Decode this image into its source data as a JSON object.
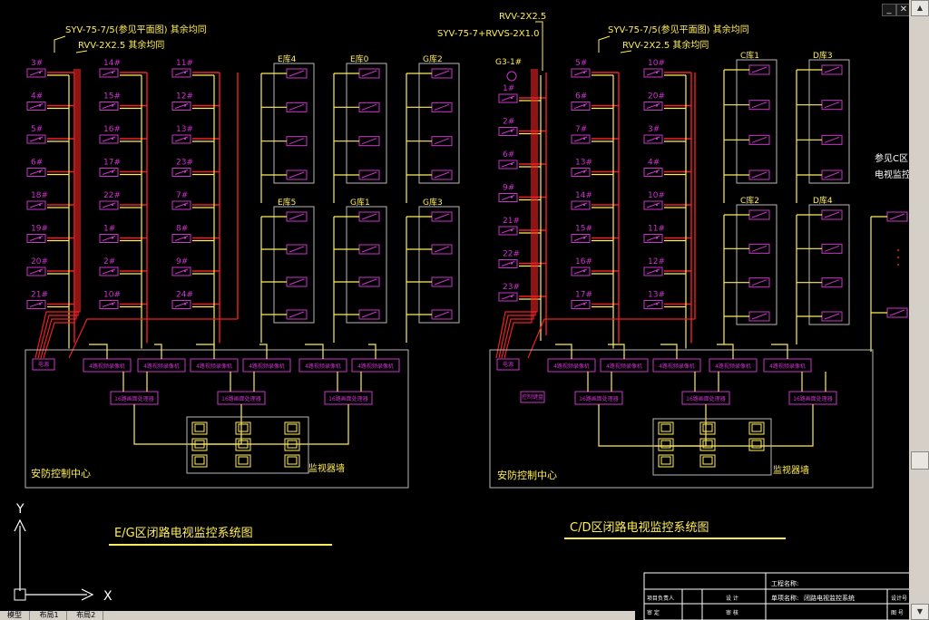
{
  "window_controls": {
    "minimize": "_",
    "close": "✕"
  },
  "eg": {
    "cable1": "SYV-75-7/5(参见平面图) 其余均同",
    "cable2": "RVV-2X2.5 其余均同",
    "columns": [
      [
        "3#",
        "4#",
        "5#",
        "6#",
        "18#",
        "19#",
        "20#",
        "21#"
      ],
      [
        "14#",
        "15#",
        "16#",
        "17#",
        "22#",
        "1#",
        "2#",
        "10#"
      ],
      [
        "11#",
        "12#",
        "13#",
        "23#",
        "7#",
        "8#",
        "9#",
        "24#"
      ]
    ],
    "tall_labels": [
      "E库4",
      "E库0",
      "G库2"
    ],
    "short_labels": [
      "E库5",
      "G库1",
      "G库3"
    ],
    "power_label": "电源",
    "matrix_labels": [
      "4路视频录像机",
      "4路视频录像机",
      "4路视频录像机",
      "4路视频录像机",
      "4路视频录像机",
      "4路视频录像机"
    ],
    "proc_labels": [
      "16路画面处理器",
      "16路画面处理器",
      "16路画面处理器"
    ],
    "center_label": "安防控制中心",
    "monitor_label": "监视器墙",
    "title": "E/G区闭路电视监控系统图"
  },
  "cd": {
    "cable0": "RVV-2X2.5",
    "cable_left": "SYV-75-7+RVVS-2X1.0",
    "cable1": "SYV-75-7/5(参见平面图) 其余均同",
    "cable2": "RVV-2X2.5 其余均同",
    "camera_tag": "G3-1#",
    "columns": [
      [
        "1#",
        "2#",
        "6#",
        "9#",
        "21#",
        "22#",
        "23#"
      ],
      [
        "5#",
        "6#",
        "7#",
        "13#",
        "14#",
        "15#",
        "16#",
        "17#"
      ],
      [
        "10#",
        "20#",
        "3#",
        "4#",
        "10#",
        "11#",
        "12#",
        "13#"
      ]
    ],
    "tall_labels": [
      "C库1",
      "D库3"
    ],
    "short_labels": [
      "C库2",
      "D库4"
    ],
    "power_label": "电源",
    "kbd_label": "控制键盘",
    "matrix_labels": [
      "4路视频录像机",
      "4路视频录像机",
      "4路视频录像机",
      "4路视频录像机",
      "4路视频录像机"
    ],
    "proc_labels": [
      "16路画面处理器",
      "16路画面处理器",
      "16路画面处理器"
    ],
    "center_label": "安防控制中心",
    "monitor_label": "监视器墙",
    "title": "C/D区闭路电视监控系统图"
  },
  "side_note": [
    "参见C区",
    "电视监控"
  ],
  "axis": {
    "y": "Y",
    "x": "X"
  },
  "title_block": {
    "project_name": "工程名称:",
    "sheet_name": "单项名称:",
    "sheet_value": "闭路电视监控系统",
    "row1": [
      "项目负责人",
      "设 计"
    ],
    "row2": [
      "审 定",
      "审 核"
    ],
    "design_no": "设计号",
    "drawing_no": "图 号"
  },
  "tabs": [
    "模型",
    "布局1",
    "布局2"
  ],
  "colors": {
    "camera": "#cc33cc",
    "power_line": "#ee2222",
    "video_line": "#ffee55",
    "frame": "#b8b8b8",
    "label": "#ffee55",
    "cable_text": "#ffee55",
    "title_underline": "#ffee55"
  }
}
